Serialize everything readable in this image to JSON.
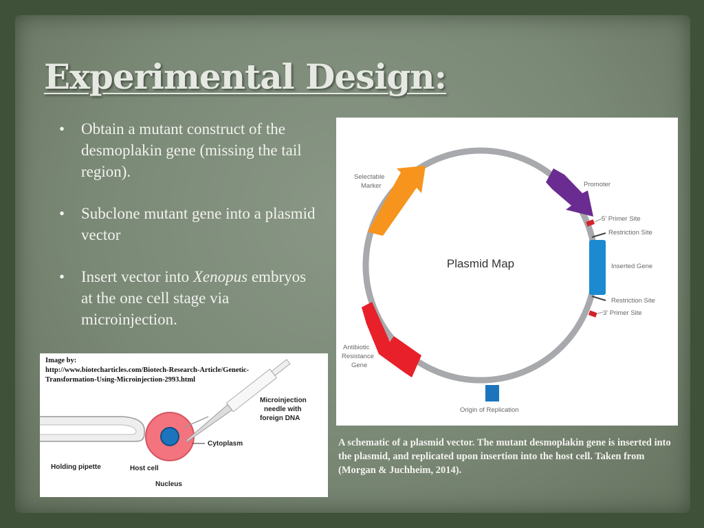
{
  "title": "Experimental Design:",
  "bullets": [
    {
      "text": "Obtain a mutant construct of the desmoplakin gene (missing the tail region)."
    },
    {
      "text": "Subclone mutant gene into a plasmid vector"
    },
    {
      "text_before": "Insert vector into ",
      "text_italic": "Xenopus",
      "text_after": " embryos at the one cell stage via microinjection."
    }
  ],
  "plasmid_map": {
    "center_label": "Plasmid Map",
    "labels": {
      "selectable_marker": "Selectable Marker",
      "promoter": "Promoter",
      "primer_5": "5' Primer Site",
      "restriction_1": "Restriction Site",
      "inserted_gene": "Inserted Gene",
      "restriction_2": "Restriction Site",
      "primer_3": "3' Primer Site",
      "antibiotic": "Antibiotic Resistance Gene",
      "origin": "Origin of Replication"
    },
    "colors": {
      "marker": "#f7941d",
      "promoter": "#6a2c91",
      "gene": "#1c8ad1",
      "antibiotic": "#e8202a",
      "origin": "#1c75bc",
      "primer": "#d2232a",
      "ring": "#a7a9ac"
    }
  },
  "caption": "A schematic of a plasmid vector. The mutant desmoplakin gene is inserted into the plasmid, and replicated upon insertion into the host cell. Taken from (Morgan & Juchheim, 2014).",
  "injection_image": {
    "credit_prefix": "Image by:",
    "credit_url": "http://www.biotecharticles.com/Biotech-Research-Article/Genetic-Transformation-Using-Microinjection-2993.html",
    "labels": {
      "needle_line1": "Microinjection",
      "needle_line2": "needle with",
      "needle_line3": "foreign DNA",
      "cytoplasm": "Cytoplasm",
      "holding": "Holding pipette",
      "host": "Host cell",
      "nucleus": "Nucleus"
    }
  }
}
